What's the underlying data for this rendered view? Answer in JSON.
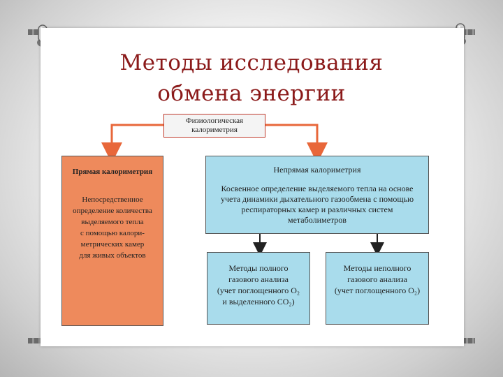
{
  "slide": {
    "title_line1": "Методы исследования",
    "title_line2": "обмена энергии"
  },
  "diagram": {
    "top_box": [
      "Физиологическая",
      "калориметрия"
    ],
    "direct": {
      "heading": "Прямая калориметрия",
      "body": [
        "Непосредственное",
        "определение количества",
        "выделяемого тепла",
        "с помощью калори-",
        "метрических камер",
        "для живых объектов"
      ]
    },
    "indirect": {
      "heading": "Непрямая калориметрия",
      "body": [
        "Косвенное определение выделяемого тепла на основе",
        "учета динамики дыхательного газообмена с помощью",
        "респираторных камер и различных систем",
        "метаболиметров"
      ]
    },
    "full_gas": [
      "Методы полного",
      "газового анализа",
      "(учет поглощенного O₂",
      "и выделенного CO₂)"
    ],
    "partial_gas": [
      "Методы неполного",
      "газового анализа",
      "(учет поглощенного O₂)"
    ]
  },
  "colors": {
    "title": "#8b1a1a",
    "direct_box": "#ee8a5c",
    "indirect_box": "#a9dcec",
    "top_arrows": "#e8673a"
  }
}
